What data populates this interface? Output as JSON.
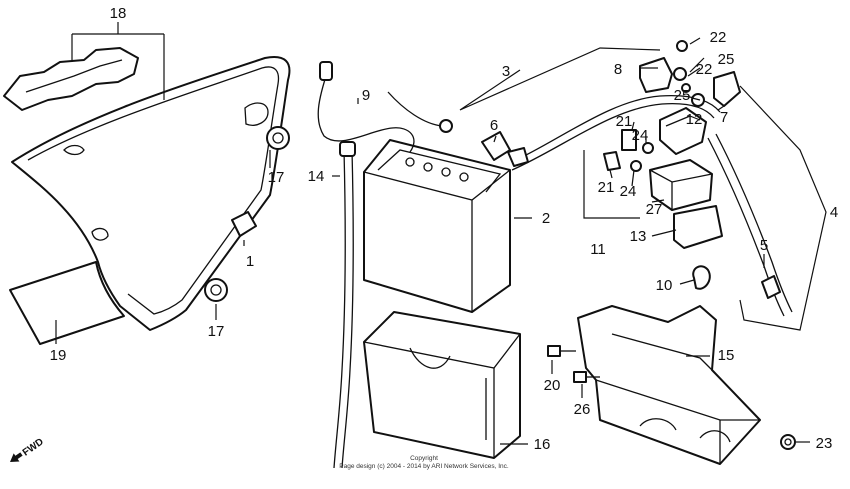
{
  "labels": [
    "18",
    "9",
    "3",
    "8",
    "22",
    "25",
    "22",
    "25",
    "7",
    "6",
    "12",
    "21",
    "24",
    "21",
    "24",
    "27",
    "17",
    "14",
    "2",
    "4",
    "13",
    "11",
    "5",
    "10",
    "1",
    "17",
    "19",
    "15",
    "20",
    "26",
    "16",
    "23"
  ],
  "fwd": "FWD",
  "copyright": [
    "Copyright",
    "Page design (c) 2004 - 2014 by ARI Network Services, Inc."
  ]
}
